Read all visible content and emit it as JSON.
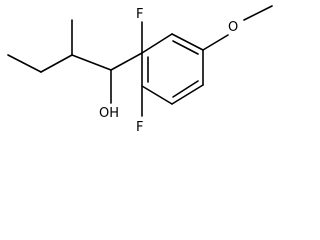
{
  "molecule": {
    "atoms": {
      "fluorine_top": "F",
      "oxygen_methoxy": "O",
      "hydroxyl": "OH",
      "fluorine_bottom": "F"
    }
  },
  "colors": {
    "background": "#ffffff",
    "bond": "#000000",
    "label": "#000000"
  }
}
